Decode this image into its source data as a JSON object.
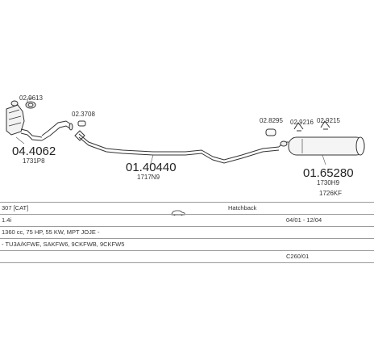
{
  "parts": [
    {
      "code": "02.9613"
    },
    {
      "code": "02.3708"
    },
    {
      "code": "02.8295"
    },
    {
      "code": "02.9216"
    },
    {
      "code": "02.9215"
    },
    {
      "code": "04.4062",
      "ref": "1731P8"
    },
    {
      "code": "01.40440",
      "ref": "1717N9"
    },
    {
      "code": "01.65280",
      "ref": "1730H9",
      "ref2": "1726KF"
    }
  ],
  "table": {
    "model": "307 [CAT]",
    "body_type": "Hatchback",
    "engine": "1.4i",
    "years": "04/01 - 12/04",
    "specs": "1360 cc, 75 HP, 55 KW, MPT JOJE -",
    "engine_codes": "- TU3A/KFWE, SAKFW6, 9CKFWB, 9CKFW5",
    "catalog": "C260/01"
  }
}
